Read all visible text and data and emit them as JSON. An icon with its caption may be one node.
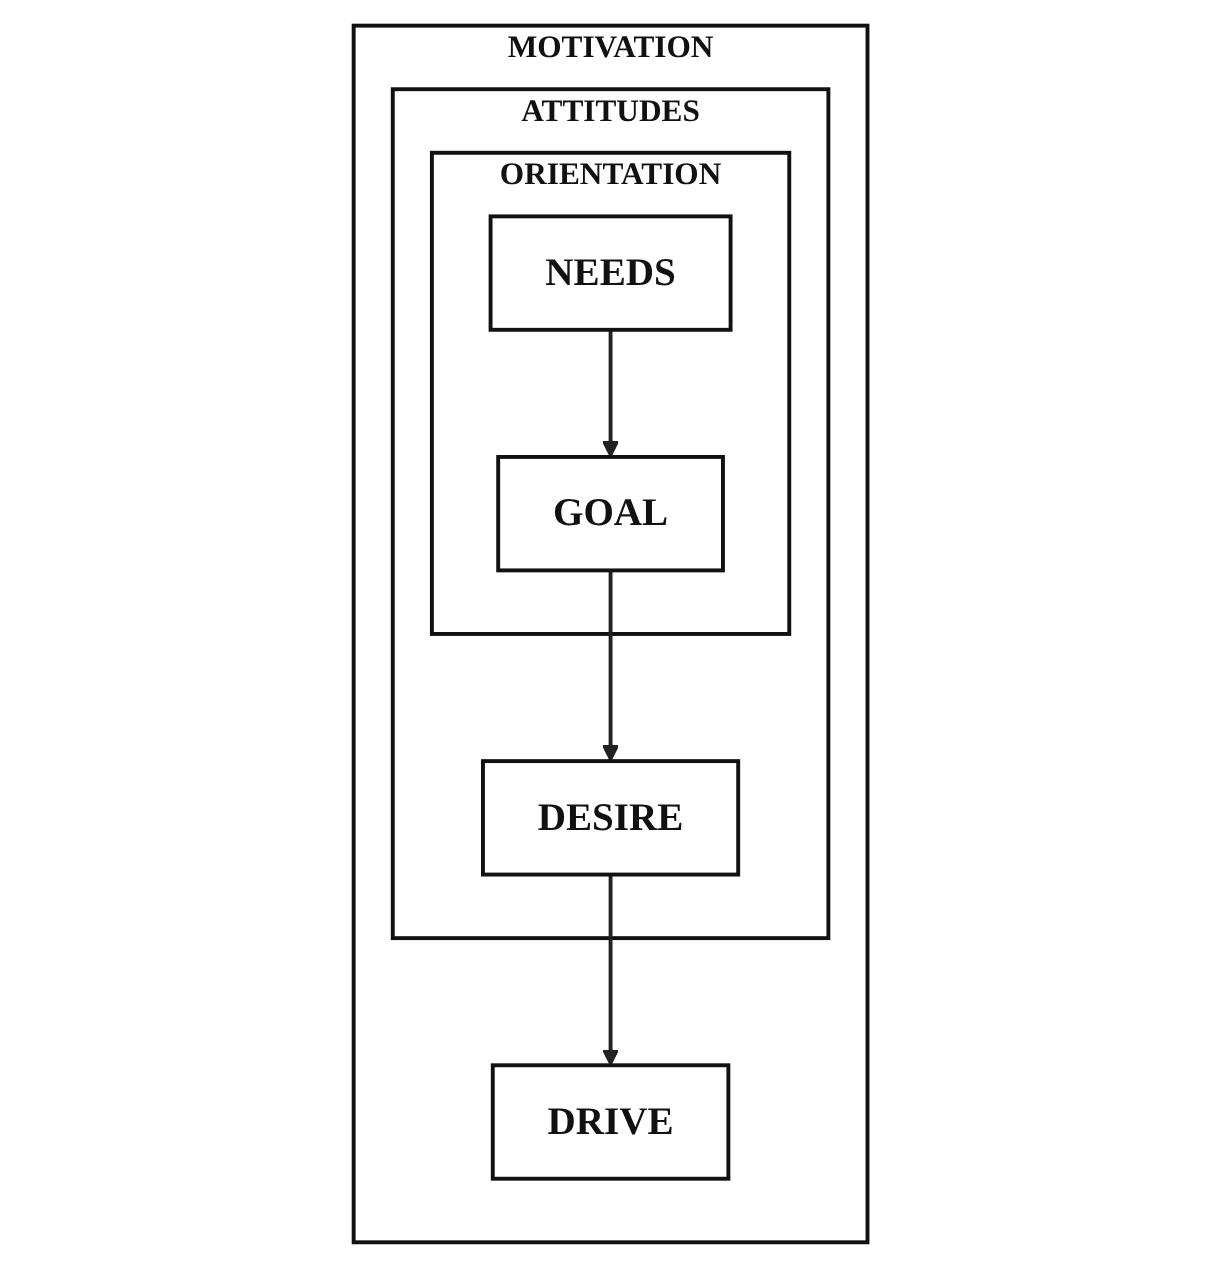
{
  "diagram": {
    "nodes": [
      {
        "text": [
          "MOTIVATION"
        ]
      },
      {
        "text": [
          "ATTITUDES"
        ],
        "in": 0
      },
      {
        "text": [
          "ORIENTATION"
        ],
        "in": 1
      },
      {
        "text": [
          "NEEDS"
        ],
        "in": 2
      },
      {
        "text": [
          "GOAL"
        ],
        "in": 2
      },
      {
        "text": [
          "DESIRE"
        ],
        "in": 1
      },
      {
        "text": [
          "DRIVE"
        ],
        "in": 0
      }
    ],
    "edges": [
      {
        "from": 3,
        "to": 4,
        "arrow": "to"
      },
      {
        "from": 4,
        "to": 5,
        "arrow": "to"
      },
      {
        "from": 5,
        "to": 6,
        "arrow": "to"
      }
    ]
  }
}
